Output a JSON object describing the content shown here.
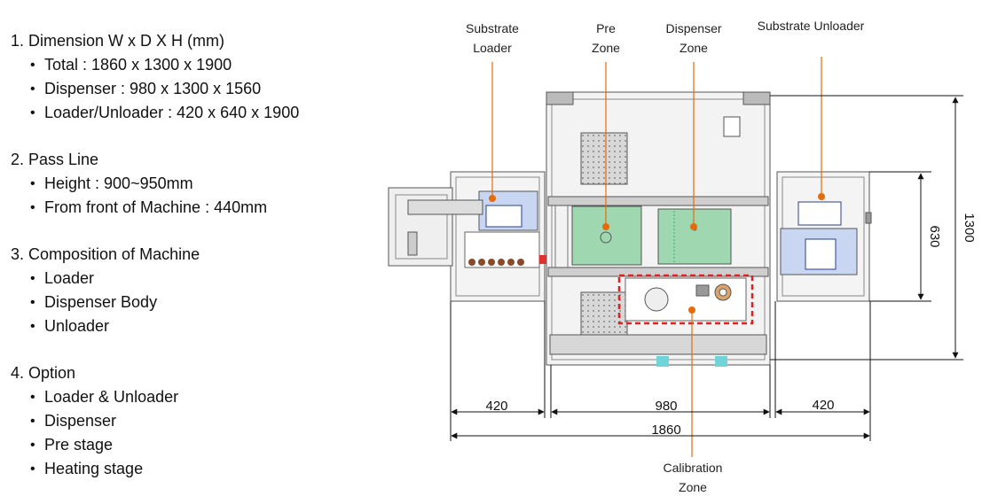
{
  "specs": {
    "sections": [
      {
        "title": "1. Dimension W x D X H (mm)",
        "items": [
          "Total : 1860 x 1300 x 1900",
          "Dispenser : 980 x 1300 x 1560",
          "Loader/Unloader : 420 x 640 x 1900"
        ]
      },
      {
        "title": "2. Pass Line",
        "items": [
          "Height : 900~950mm",
          "From front of Machine : 440mm"
        ]
      },
      {
        "title": "3. Composition of Machine",
        "items": [
          "Loader",
          "Dispenser Body",
          "Unloader"
        ]
      },
      {
        "title": "4. Option",
        "items": [
          "Loader & Unloader",
          "Dispenser",
          "Pre stage",
          "Heating stage"
        ]
      }
    ]
  },
  "zones": {
    "substrate_loader": [
      "Substrate",
      "Loader"
    ],
    "pre_zone": [
      "Pre",
      "Zone"
    ],
    "dispenser_zone": [
      "Dispenser",
      "Zone"
    ],
    "substrate_unloader": "Substrate Unloader",
    "calibration_zone": [
      "Calibration",
      "Zone"
    ]
  },
  "dimensions": {
    "loader_width": "420",
    "body_width": "980",
    "unloader_width": "420",
    "total_width": "1860",
    "loader_depth": "630",
    "total_depth": "1300"
  },
  "colors": {
    "marker": "#e46c0a",
    "calibration_box": "#e02020",
    "stage_green": "#9fd8b0",
    "unloader_blue": "#c9d6f2"
  }
}
